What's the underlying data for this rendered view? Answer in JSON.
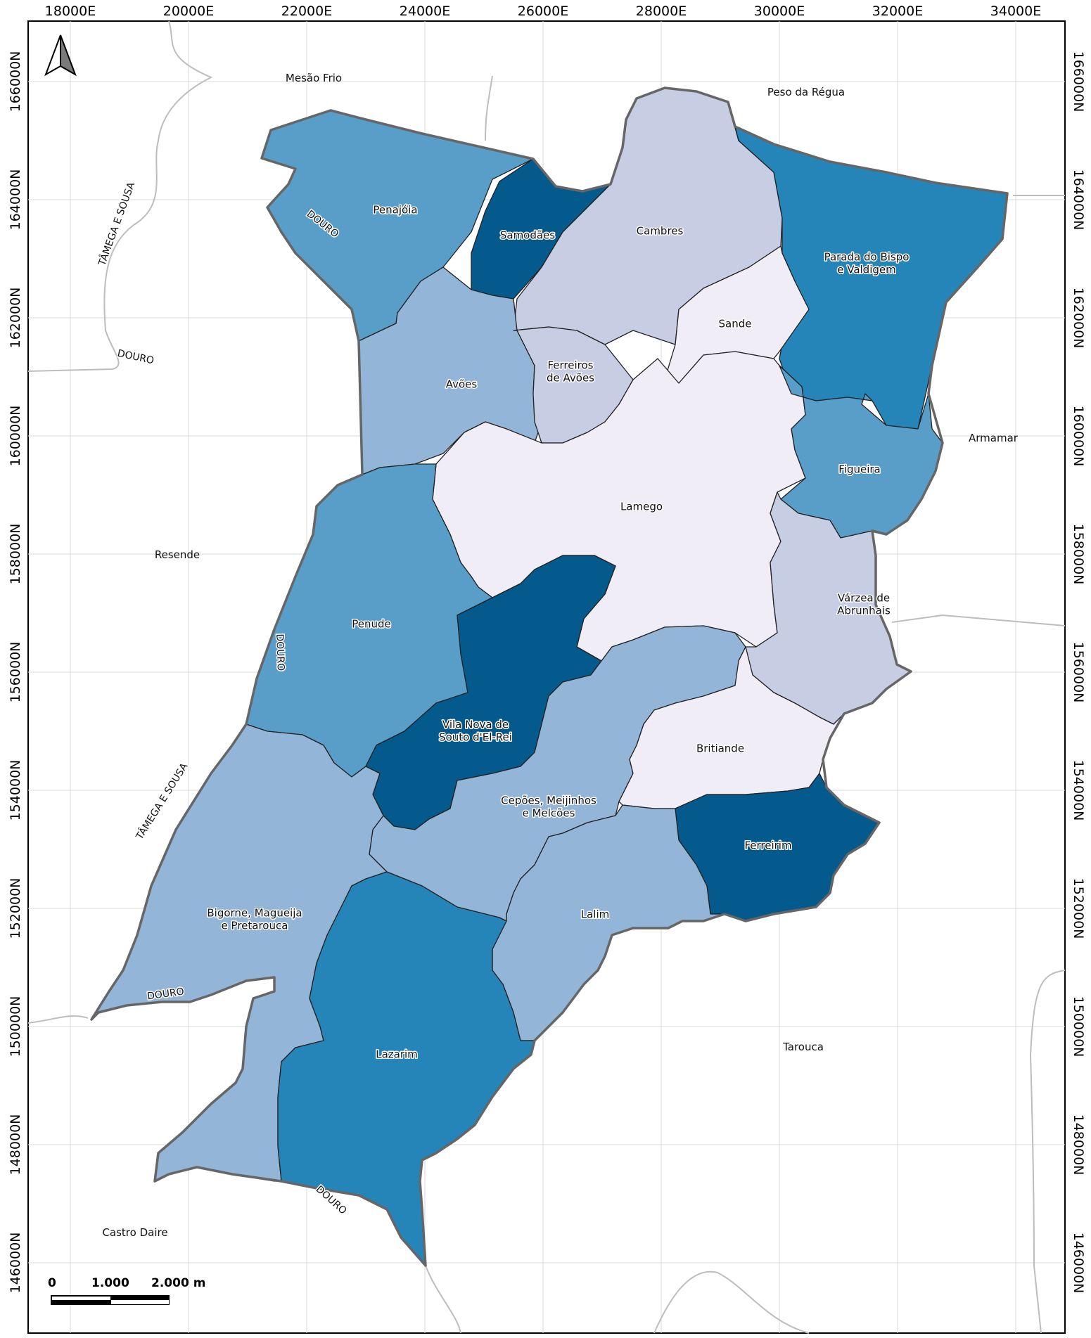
{
  "colors": {
    "class1": "#f1edf6",
    "class2": "#c7cee4",
    "class3": "#93b5d8",
    "class4": "#599ec9",
    "class5": "#2584b8",
    "class6": "#045a8d",
    "outline": "#666666",
    "grid": "#d9d9d9",
    "roads": "#bdbdbd"
  },
  "top_ticks": [
    "18000E",
    "20000E",
    "22000E",
    "24000E",
    "26000E",
    "28000E",
    "30000E",
    "32000E",
    "34000E"
  ],
  "left_ticks": [
    "166000N",
    "164000N",
    "162000N",
    "160000N",
    "158000N",
    "156000N",
    "154000N",
    "152000N",
    "150000N",
    "148000N",
    "146000N"
  ],
  "right_ticks": [
    "166000N",
    "164000N",
    "162000N",
    "160000N",
    "158000N",
    "156000N",
    "154000N",
    "152000N",
    "150000N",
    "148000N",
    "146000N"
  ],
  "parishes": [
    {
      "id": "penajoia",
      "lines": [
        "Penajóia"
      ],
      "class": 4
    },
    {
      "id": "samodaes",
      "lines": [
        "Samodães"
      ],
      "class": 6
    },
    {
      "id": "cambres",
      "lines": [
        "Cambres"
      ],
      "class": 2
    },
    {
      "id": "parada",
      "lines": [
        "Parada do Bispo",
        "e Valdigem"
      ],
      "class": 5
    },
    {
      "id": "sande",
      "lines": [
        "Sande"
      ],
      "class": 1
    },
    {
      "id": "avoes",
      "lines": [
        "Avões"
      ],
      "class": 3
    },
    {
      "id": "ferreiros",
      "lines": [
        "Ferreiros",
        "de Avões"
      ],
      "class": 2
    },
    {
      "id": "lamego",
      "lines": [
        "Lamego"
      ],
      "class": 1
    },
    {
      "id": "figueira",
      "lines": [
        "Figueira"
      ],
      "class": 4
    },
    {
      "id": "varzea",
      "lines": [
        "Várzea de",
        "Abrunhais"
      ],
      "class": 2
    },
    {
      "id": "penude",
      "lines": [
        "Penude"
      ],
      "class": 4
    },
    {
      "id": "vilanova",
      "lines": [
        "Vila Nova de",
        "Souto d'El-Rei"
      ],
      "class": 6
    },
    {
      "id": "britiande",
      "lines": [
        "Britiande"
      ],
      "class": 1
    },
    {
      "id": "cepoes",
      "lines": [
        "Cepões, Meijinhos",
        "e Melcões"
      ],
      "class": 3
    },
    {
      "id": "ferreirim",
      "lines": [
        "Ferreirim"
      ],
      "class": 6
    },
    {
      "id": "bigorne",
      "lines": [
        "Bigorne, Magueija",
        "e Pretarouca"
      ],
      "class": 3
    },
    {
      "id": "lalim",
      "lines": [
        "Lalim"
      ],
      "class": 3
    },
    {
      "id": "lazarim",
      "lines": [
        "Lazarim"
      ],
      "class": 5
    }
  ],
  "places": [
    {
      "id": "mesao-frio",
      "text": "Mesão Frio"
    },
    {
      "id": "peso-da-regua",
      "text": "Peso da Régua"
    },
    {
      "id": "armamar",
      "text": "Armamar"
    },
    {
      "id": "resende",
      "text": "Resende"
    },
    {
      "id": "tarouca",
      "text": "Tarouca"
    },
    {
      "id": "castro-daire",
      "text": "Castro Daire"
    }
  ],
  "rivers": [
    {
      "id": "tamega-1",
      "text": "TÂMEGA E SOUSA"
    },
    {
      "id": "douro-1",
      "text": "DOURO"
    },
    {
      "id": "douro-2",
      "text": "DOURO"
    },
    {
      "id": "douro-3",
      "text": "DOURO"
    },
    {
      "id": "tamega-2",
      "text": "TÂMEGA E SOUSA"
    },
    {
      "id": "douro-4",
      "text": "DOURO"
    },
    {
      "id": "douro-5",
      "text": "DOURO"
    }
  ],
  "scale": {
    "zero": "0",
    "mid": "1.000",
    "end": "2.000 m"
  }
}
